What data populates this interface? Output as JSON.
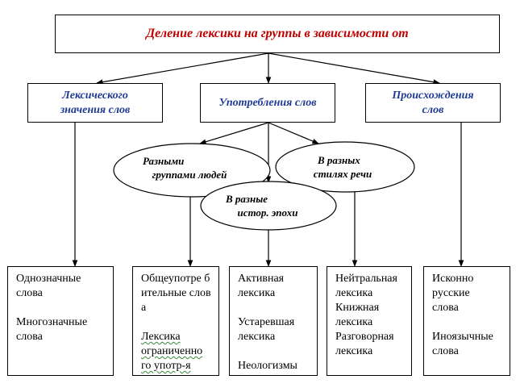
{
  "title": "Деление лексики на группы в зависимости от",
  "groups": [
    {
      "label": "Лексического значения слов"
    },
    {
      "label": "Употребления слов"
    },
    {
      "label": "Происхождения слов"
    }
  ],
  "usage_groups": [
    {
      "line1": "Разными",
      "line2": "группами людей"
    },
    {
      "line1": "В разных",
      "line2": "стилях речи"
    },
    {
      "line1": "В разные",
      "line2": "истор. эпохи"
    }
  ],
  "categories": [
    {
      "items": [
        "Однозначные слова",
        "Многозначные слова"
      ]
    },
    {
      "items": [
        "Общеупотре бительные слова",
        "Лексика ограниченно го употр-я"
      ]
    },
    {
      "items": [
        "Активная лексика",
        "Устаревшая лексика",
        "Неологизмы"
      ]
    },
    {
      "items": [
        "Нейтральная лексика",
        "Книжная лексика",
        "Разговорная лексика"
      ]
    },
    {
      "items": [
        "Исконно русские слова",
        "Иноязычные слова"
      ]
    }
  ]
}
